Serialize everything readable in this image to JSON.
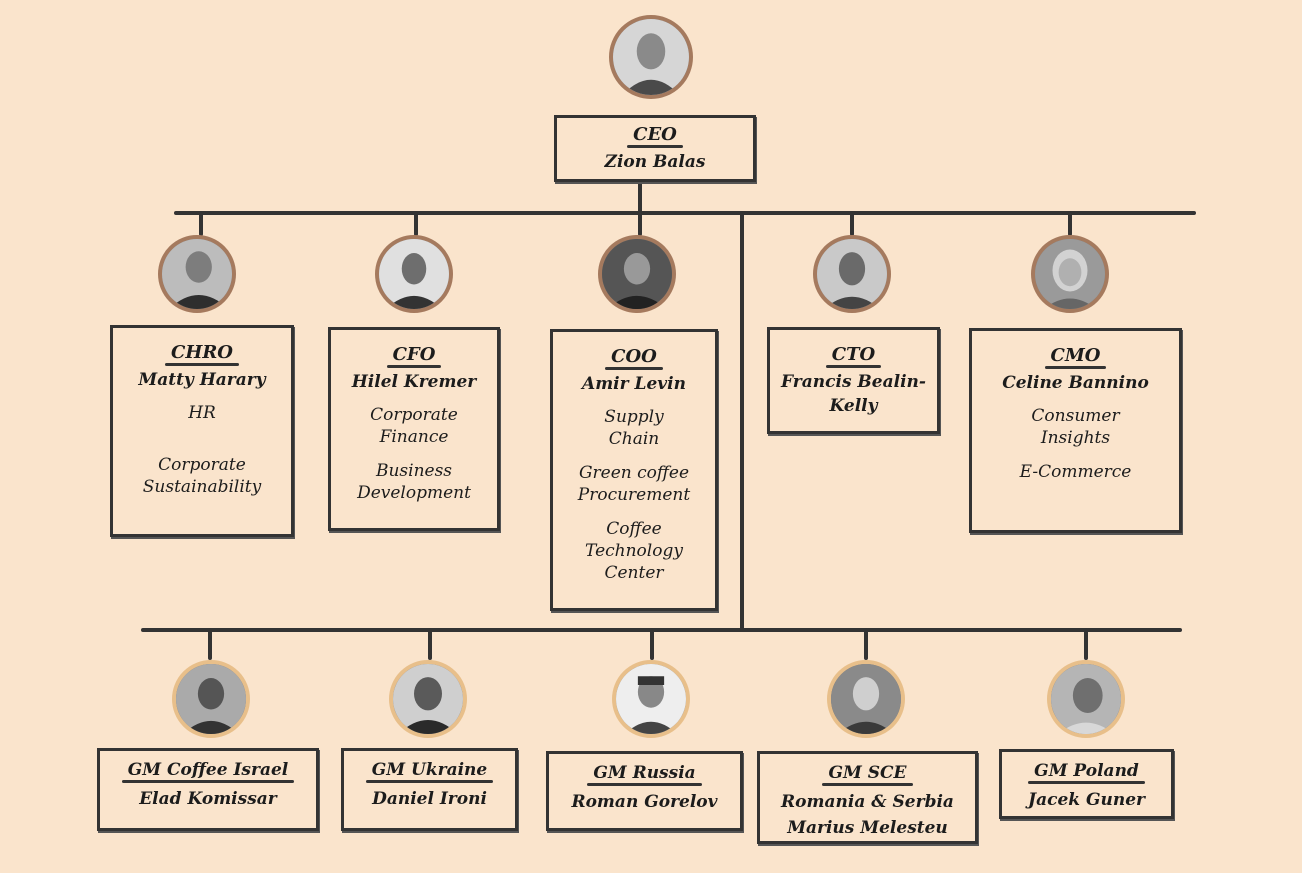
{
  "colors": {
    "background": "#fae4cc",
    "line": "#333333",
    "avatar_ring_exec": "#a57a5e",
    "avatar_ring_gm": "#e8bf8a"
  },
  "ceo": {
    "title": "CEO",
    "name": "Zion Balas",
    "photo": "portrait-photo"
  },
  "executives": [
    {
      "title": "CHRO",
      "name": "Matty Harary",
      "departments": [
        "HR",
        "Corporate Sustainability"
      ],
      "photo": "portrait-photo"
    },
    {
      "title": "CFO",
      "name": "Hilel Kremer",
      "departments": [
        "Corporate Finance",
        "Business Development"
      ],
      "photo": "portrait-photo"
    },
    {
      "title": "COO",
      "name": "Amir Levin",
      "departments": [
        "Supply Chain",
        "Green coffee Procurement",
        "Coffee Technology Center"
      ],
      "photo": "portrait-photo"
    },
    {
      "title": "CTO",
      "name": "Francis Bealin-Kelly",
      "departments": [],
      "photo": "portrait-photo"
    },
    {
      "title": "CMO",
      "name": "Celine Bannino",
      "departments": [
        "Consumer Insights",
        "E-Commerce"
      ],
      "photo": "portrait-photo"
    }
  ],
  "general_managers": [
    {
      "title": "GM Coffee Israel",
      "name": "Elad Komissar",
      "photo": "portrait-photo"
    },
    {
      "title": "GM Ukraine",
      "name": "Daniel Ironi",
      "photo": "portrait-photo"
    },
    {
      "title": "GM Russia",
      "name": "Roman Gorelov",
      "photo": "portrait-photo"
    },
    {
      "title": "GM SCE",
      "name": "Romania & Serbia",
      "name2": "Marius Melesteu",
      "photo": "portrait-photo"
    },
    {
      "title": "GM Poland",
      "name": "Jacek Guner",
      "photo": "portrait-photo"
    }
  ]
}
